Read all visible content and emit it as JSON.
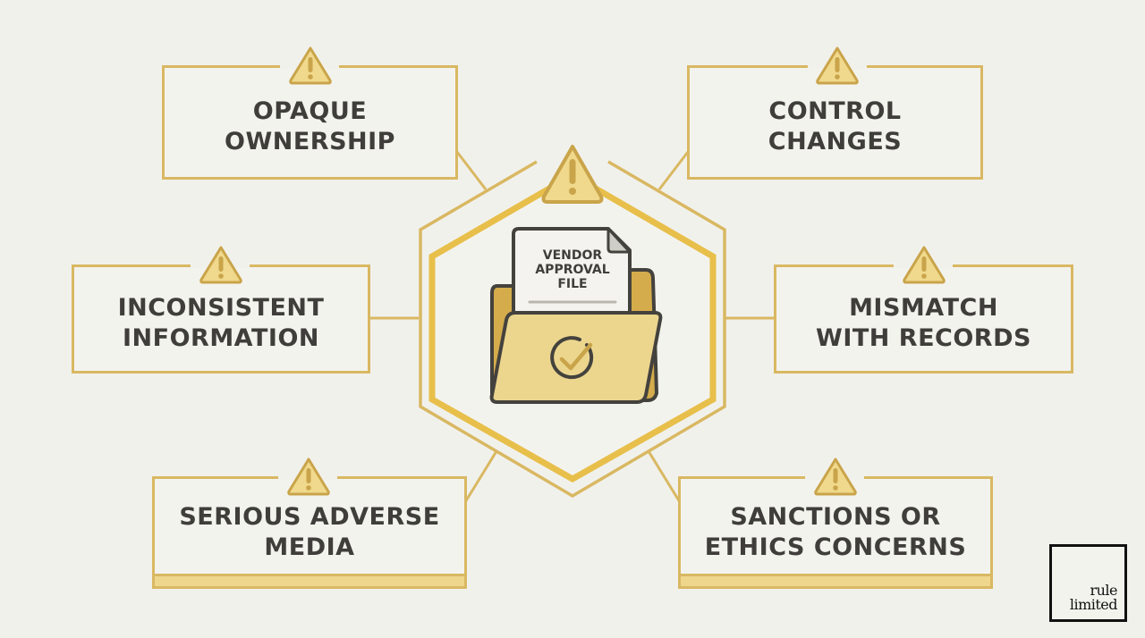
{
  "diagram": {
    "center": {
      "document_label": "VENDOR\nAPPROVAL\nFILE",
      "icons": [
        "warning-icon",
        "folder-icon",
        "document-icon",
        "check-circle-icon"
      ]
    },
    "risk_flags": [
      {
        "id": "opaque-ownership",
        "label": "OPAQUE\nOWNERSHIP",
        "icon": "warning-icon",
        "position": "top-left"
      },
      {
        "id": "control-changes",
        "label": "CONTROL\nCHANGES",
        "icon": "warning-icon",
        "position": "top-right"
      },
      {
        "id": "inconsistent-information",
        "label": "INCONSISTENT\nINFORMATION",
        "icon": "warning-icon",
        "position": "middle-left"
      },
      {
        "id": "mismatch-with-records",
        "label": "MISMATCH\nWITH RECORDS",
        "icon": "warning-icon",
        "position": "middle-right"
      },
      {
        "id": "serious-adverse-media",
        "label": "SERIOUS ADVERSE\nMEDIA",
        "icon": "warning-icon",
        "position": "bottom-left"
      },
      {
        "id": "sanctions-or-ethics-concerns",
        "label": "SANCTIONS OR\nETHICS CONCERNS",
        "icon": "warning-icon",
        "position": "bottom-right"
      }
    ]
  },
  "branding": {
    "logo_text": "rule\nlimited"
  },
  "colors": {
    "background": "#f1f1ec",
    "gold_line": "#d9b862",
    "gold_strong": "#e7bf4a",
    "warning_fill": "#f0d98c",
    "warning_stroke": "#c9a44a",
    "folder_fill": "#ecd68e",
    "folder_back": "#d4ac4c",
    "text_dark": "#3f3e3a"
  }
}
